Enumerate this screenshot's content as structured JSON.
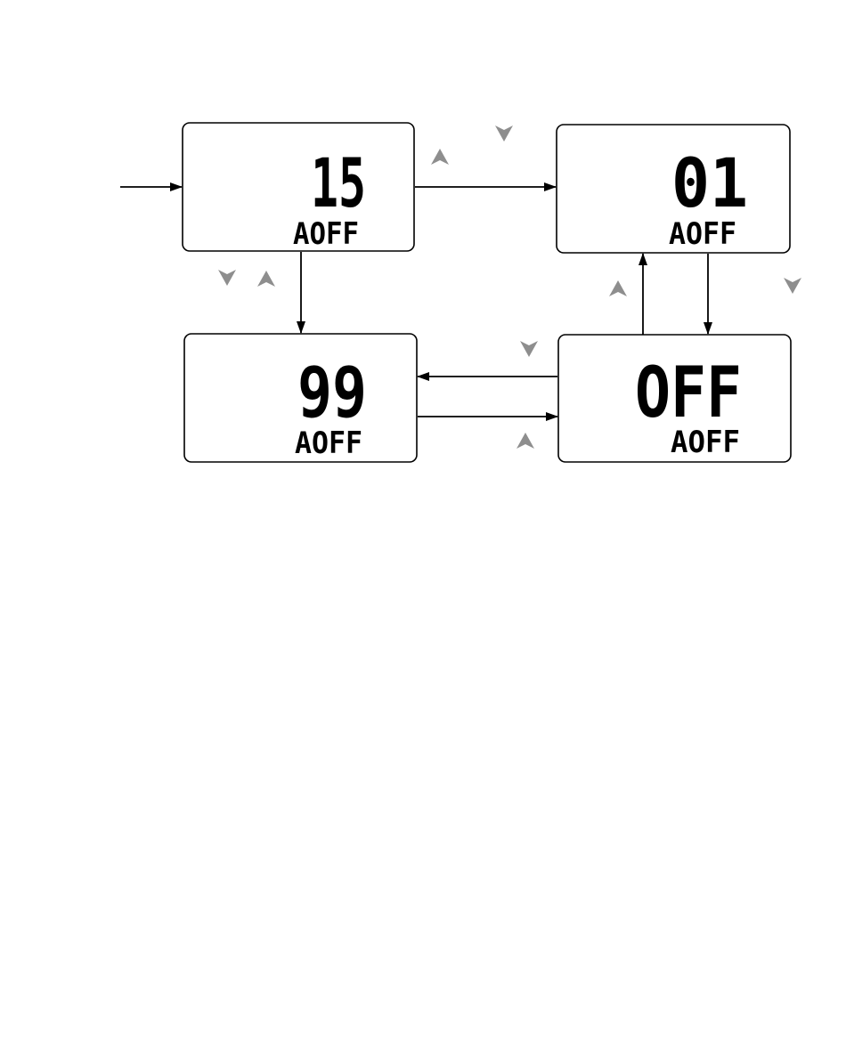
{
  "displays": [
    {
      "id": "d15",
      "main": "15",
      "sub": "AOFF"
    },
    {
      "id": "d01",
      "main": "01",
      "sub": "AOFF"
    },
    {
      "id": "d99",
      "main": "99",
      "sub": "AOFF"
    },
    {
      "id": "doff",
      "main": "OFF",
      "sub": "AOFF"
    }
  ],
  "keys": {
    "up": "up-arrow-key",
    "down": "down-arrow-key"
  },
  "colors": {
    "line": "#000000",
    "key_icon": "#8e8e8e",
    "background": "#ffffff"
  }
}
